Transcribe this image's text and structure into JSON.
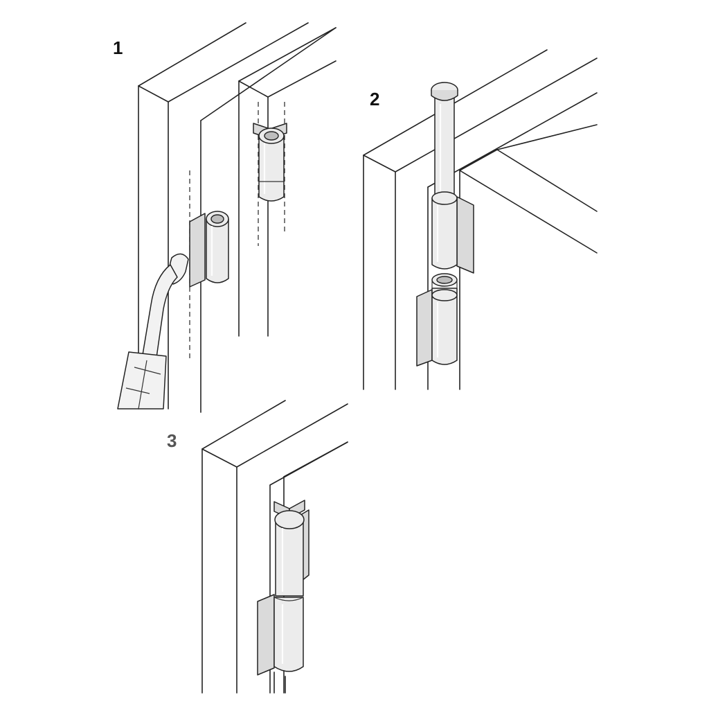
{
  "steps": [
    {
      "label": "1"
    },
    {
      "label": "2"
    },
    {
      "label": "3"
    }
  ],
  "colors": {
    "line": "#222222",
    "metal": "#ececec",
    "background": "#ffffff"
  }
}
